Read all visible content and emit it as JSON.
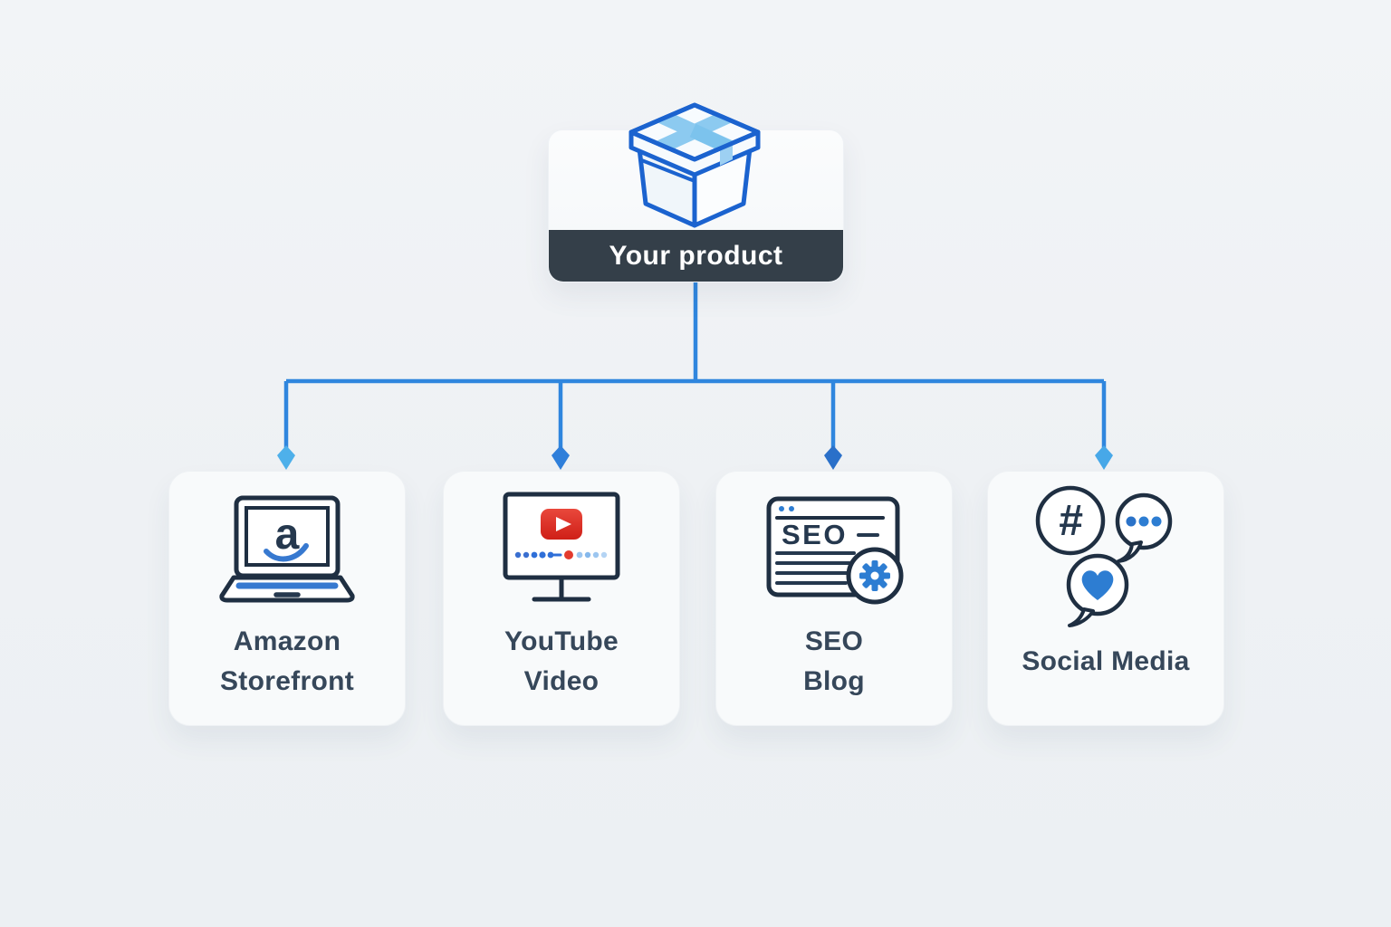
{
  "product_node": {
    "label": "Your product",
    "icon": "package-box-icon"
  },
  "channel_cards": [
    {
      "id": "amazon-storefront",
      "label": "Amazon\nStorefront",
      "icon": "laptop-amazon-icon",
      "icon_letter": "a"
    },
    {
      "id": "youtube-video",
      "label": "YouTube\nVideo",
      "icon": "monitor-youtube-icon"
    },
    {
      "id": "seo-blog",
      "label": "SEO\nBlog",
      "icon": "seo-browser-icon",
      "icon_text": "SEO"
    },
    {
      "id": "social-media",
      "label": "Social Media",
      "icon": "social-bubbles-icon",
      "icon_symbol": "#"
    }
  ],
  "colors": {
    "background": "#eef1f4",
    "card_background": "#f8fafb",
    "node_bar": "#343f49",
    "label_text": "#36475a",
    "icon_outline": "#1f2f42",
    "accent_blue": "#2d7dd2",
    "connector_blue": "#2f86de",
    "box_outline_blue": "#1b63cf",
    "tape_light_blue": "#8ccaf0",
    "youtube_red": "#e0261c",
    "arrow_colors": [
      "#4eb0ea",
      "#2f7fda",
      "#2a70c9",
      "#47a8e8"
    ]
  }
}
